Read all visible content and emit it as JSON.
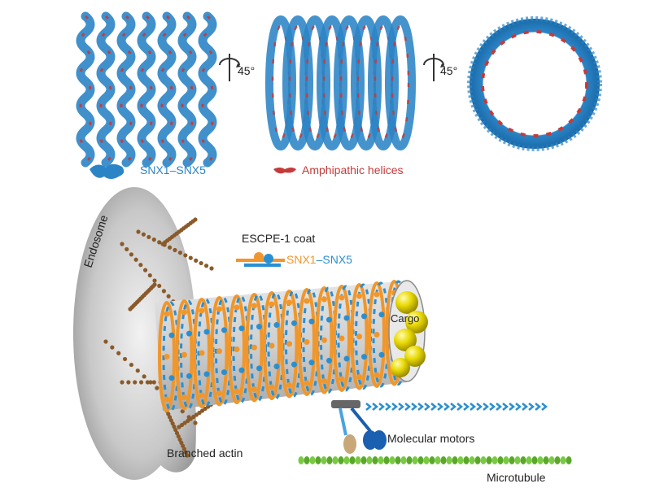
{
  "top_panel": {
    "rotation_1": "45°",
    "rotation_2": "45°",
    "legend": [
      {
        "text": "SNX1–SNX5",
        "color": "#2b84c6"
      },
      {
        "text": "Amphipathic helices",
        "color": "#c63a3a"
      }
    ]
  },
  "bottom_panel": {
    "endosome_label": "Endosome",
    "coat_title": "ESCPE-1 coat",
    "coat_legend_a": "SNX1",
    "coat_legend_sep": "–",
    "coat_legend_b": "SNX5",
    "cargo_label": "Cargo",
    "actin_label": "Branched actin",
    "motors_label": "Molecular motors",
    "microtubule_label": "Microtubule"
  },
  "colors": {
    "protein_blue": "#2b84c6",
    "helix_red": "#c63a3a",
    "snx1_orange": "#f0962a",
    "snx5_blue": "#2a8fd0",
    "cargo_yellow": "#e8d800",
    "actin_brown": "#8a5a2a",
    "microtubule_green": "#7ac943",
    "endosome_gray": "#b9b9b9"
  }
}
